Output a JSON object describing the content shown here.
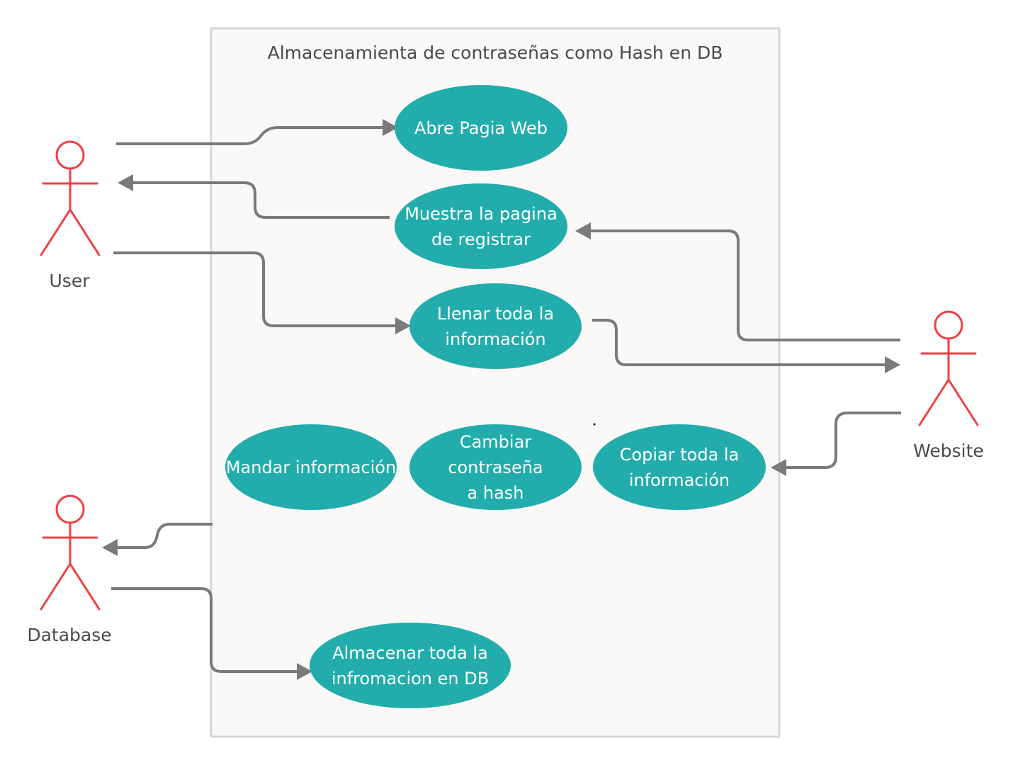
{
  "system": {
    "title": "Almacenamienta de contraseñas como Hash en DB"
  },
  "actors": {
    "user": "User",
    "website": "Website",
    "database": "Database"
  },
  "use_cases": {
    "abre": "Abre Pagia Web",
    "muestra": "Muestra la pagina\nde registrar",
    "llenar": "Llenar toda la\n información",
    "mandar": "Mandar información",
    "cambiar": "Cambiar contraseña\na hash",
    "copiar": "Copiar toda la\n información",
    "almacenar": "Almacenar toda la\ninfromacion en DB"
  },
  "colors": {
    "use_case_fill": "#22adac",
    "actor_stroke": "#ef4044",
    "connector": "#7a7a7a",
    "system_fill": "#faf9f8",
    "system_border": "#d6d6d6"
  }
}
